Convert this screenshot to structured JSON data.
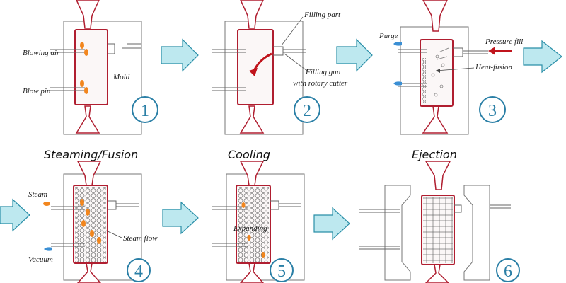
{
  "colors": {
    "mold_outline": "#b01e30",
    "arrow_fill": "#bde8ef",
    "badge_color": "#2a7fa6",
    "flame": "#f2861e",
    "pressure_arrow": "#c0141c",
    "purge_blue": "#3b8fd4"
  },
  "steps": [
    {
      "number": "1",
      "title": "",
      "labels": {
        "blowing_air": "Blowing air",
        "mold": "Mold",
        "blow_pin": "Blow pin"
      }
    },
    {
      "number": "2",
      "title": "",
      "labels": {
        "filling_part": "Filling part",
        "filling_gun": "Filling gun",
        "rotary_cutter": "with rotary cutter"
      }
    },
    {
      "number": "3",
      "title": "",
      "labels": {
        "purge": "Purge",
        "pressure_fill": "Pressure fill",
        "heat_fusion": "Heat-fusion"
      }
    },
    {
      "number": "4",
      "title": "Steaming/Fusion",
      "labels": {
        "steam": "Steam",
        "steam_flow": "Steam flow",
        "vacuum": "Vacuum"
      }
    },
    {
      "number": "5",
      "title": "Cooling",
      "labels": {
        "expanding": "Expanding"
      }
    },
    {
      "number": "6",
      "title": "Ejection",
      "labels": {}
    }
  ],
  "icons": [
    "flow-arrow-icon",
    "flame-icon",
    "purge-drop-icon",
    "rotation-arrow-icon"
  ]
}
